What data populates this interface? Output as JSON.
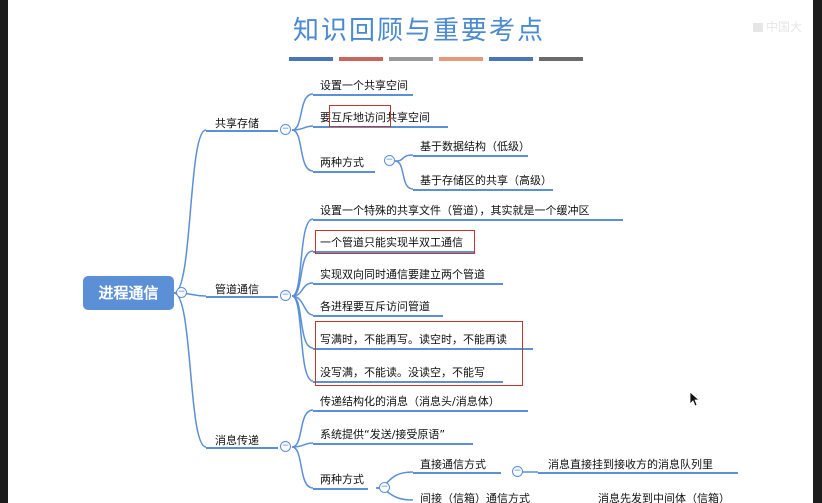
{
  "title": "知识回顾与重要考点",
  "brand": "中国大",
  "colors": {
    "accent": "#5b8fd6",
    "highlight": "#c0392b",
    "stripes": [
      "#4a76b8",
      "#c9675e",
      "#9a9a9a",
      "#e39a7a",
      "#4a76b8",
      "#6b6b6b"
    ]
  },
  "mindmap": {
    "root": "进程通信",
    "shared": {
      "label": "共享存储",
      "items": [
        "设置一个共享空间",
        "要互斥地访问共享空间"
      ],
      "item2_parts": [
        "要",
        "互斥地访问",
        "共享空间"
      ],
      "methods": {
        "label": "两种方式",
        "items": [
          "基于数据结构（低级）",
          "基于存储区的共享（高级）"
        ]
      }
    },
    "pipe": {
      "label": "管道通信",
      "items": [
        "设置一个特殊的共享文件（管道），其实就是一个缓冲区",
        "一个管道只能实现半双工通信",
        "实现双向同时通信要建立两个管道",
        "各进程要互斥访问管道",
        "写满时，不能再写。读空时，不能再读",
        "没写满，不能读。没读空，不能写"
      ]
    },
    "msg": {
      "label": "消息传递",
      "items": [
        "传递结构化的消息（消息头/消息体）",
        "系统提供“发送/接受原语”"
      ],
      "methods": {
        "label": "两种方式",
        "direct": "直接通信方式",
        "direct_desc": "消息直接挂到接收方的消息队列里",
        "indirect": "间接（信箱）通信方式",
        "indirect_desc": "消息先发到中间体（信箱）"
      }
    }
  }
}
